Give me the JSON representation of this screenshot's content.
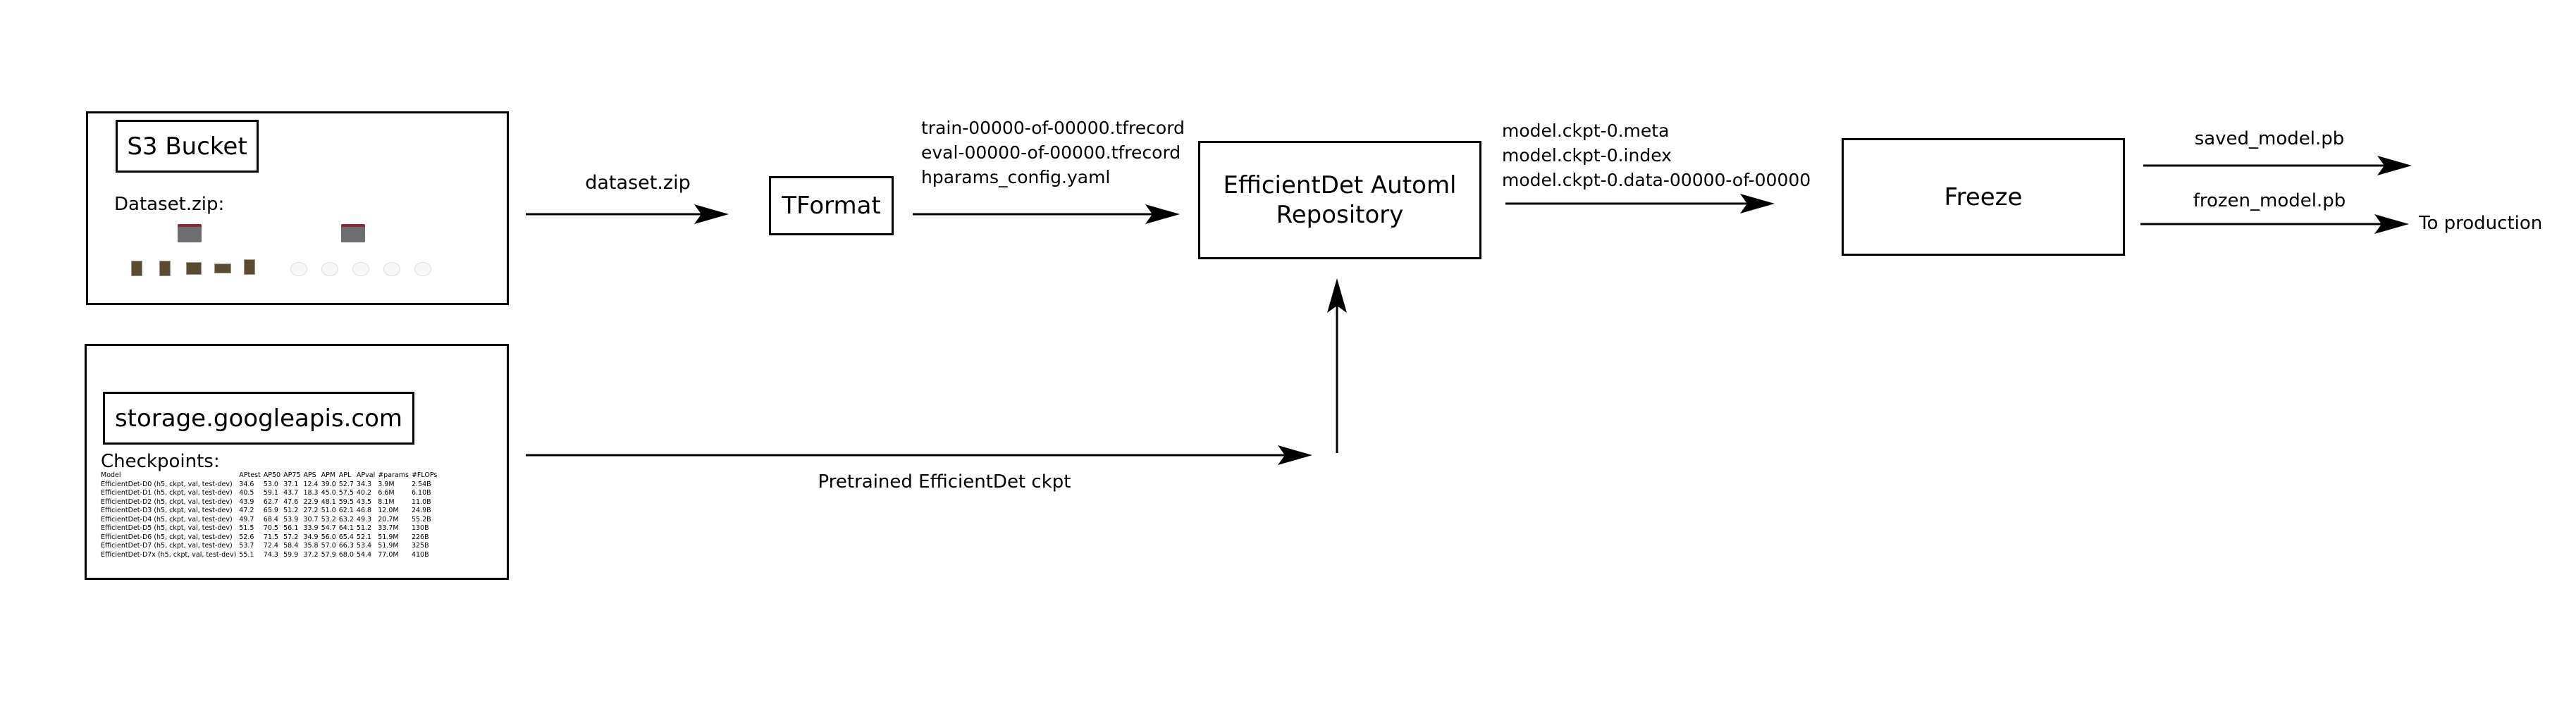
{
  "s3": {
    "title": "S3 Bucket",
    "dataset_label": "Dataset.zip:"
  },
  "gcs": {
    "title": "storage.googleapis.com",
    "checkpoints_label": "Checkpoints:",
    "table": {
      "headers": [
        "Model",
        "APtest",
        "AP50",
        "AP75",
        "APS",
        "APM",
        "APL",
        "APval",
        "#params",
        "#FLOPs"
      ],
      "rows": [
        [
          "EfficientDet-D0 (h5, ckpt, val, test-dev)",
          "34.6",
          "53.0",
          "37.1",
          "12.4",
          "39.0",
          "52.7",
          "34.3",
          "3.9M",
          "2.54B"
        ],
        [
          "EfficientDet-D1 (h5, ckpt, val, test-dev)",
          "40.5",
          "59.1",
          "43.7",
          "18.3",
          "45.0",
          "57.5",
          "40.2",
          "6.6M",
          "6.10B"
        ],
        [
          "EfficientDet-D2 (h5, ckpt, val, test-dev)",
          "43.9",
          "62.7",
          "47.6",
          "22.9",
          "48.1",
          "59.5",
          "43.5",
          "8.1M",
          "11.0B"
        ],
        [
          "EfficientDet-D3 (h5, ckpt, val, test-dev)",
          "47.2",
          "65.9",
          "51.2",
          "27.2",
          "51.0",
          "62.1",
          "46.8",
          "12.0M",
          "24.9B"
        ],
        [
          "EfficientDet-D4 (h5, ckpt, val, test-dev)",
          "49.7",
          "68.4",
          "53.9",
          "30.7",
          "53.2",
          "63.2",
          "49.3",
          "20.7M",
          "55.2B"
        ],
        [
          "EfficientDet-D5 (h5, ckpt, val, test-dev)",
          "51.5",
          "70.5",
          "56.1",
          "33.9",
          "54.7",
          "64.1",
          "51.2",
          "33.7M",
          "130B"
        ],
        [
          "EfficientDet-D6 (h5, ckpt, val, test-dev)",
          "52.6",
          "71.5",
          "57.2",
          "34.9",
          "56.0",
          "65.4",
          "52.1",
          "51.9M",
          "226B"
        ],
        [
          "EfficientDet-D7 (h5, ckpt, val, test-dev)",
          "53.7",
          "72.4",
          "58.4",
          "35.8",
          "57.0",
          "66.3",
          "53.4",
          "51.9M",
          "325B"
        ],
        [
          "EfficientDet-D7x (h5, ckpt, val, test-dev)",
          "55.1",
          "74.3",
          "59.9",
          "37.2",
          "57.9",
          "68.0",
          "54.4",
          "77.0M",
          "410B"
        ]
      ]
    }
  },
  "edges": {
    "dataset": "dataset.zip",
    "tfrecords": [
      "train-00000-of-00000.tfrecord",
      "eval-00000-of-00000.tfrecord",
      "hparams_config.yaml"
    ],
    "ckpt_files": [
      "model.ckpt-0.meta",
      "model.ckpt-0.index",
      "model.ckpt-0.data-00000-of-00000"
    ],
    "saved_model": "saved_model.pb",
    "frozen_model": "frozen_model.pb",
    "to_production": "To production",
    "pretrained": "Pretrained EfficientDet ckpt"
  },
  "nodes": {
    "tformat": "TFormat",
    "repo_line1": "EfficientDet Automl",
    "repo_line2": "Repository",
    "freeze": "Freeze"
  }
}
